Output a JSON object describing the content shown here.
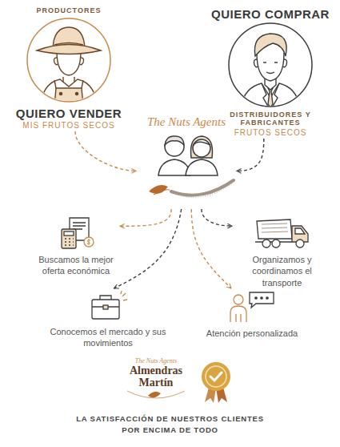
{
  "diagram": {
    "caption": "LA SATISFACCIÓN DE NUESTROS CLIENTES POR ENCIMA DE TODO",
    "nodes": [
      {
        "text": [
          "PRODUCTORES",
          "QUIERO VENDER",
          "MIS FRUTOS SECOS"
        ]
      },
      {
        "text": [
          "QUIERO COMPRAR",
          "DISTRIBUIDORES Y FABRICANTES",
          "FRUTOS SECOS"
        ]
      },
      {
        "text": [
          "The Nuts Agents"
        ]
      },
      {
        "text": [
          "Buscamos la mejor oferta económica"
        ]
      },
      {
        "text": [
          "Organizamos y coordinamos el transporte"
        ]
      },
      {
        "text": [
          "Conocemos el mercado y sus movimientos"
        ]
      },
      {
        "text": [
          "Atención personalizada"
        ]
      }
    ],
    "edges": [
      {
        "from": 0,
        "to": 2,
        "arrow": "to"
      },
      {
        "from": 1,
        "to": 2,
        "arrow": "to"
      },
      {
        "from": 2,
        "to": 3,
        "arrow": "to"
      },
      {
        "from": 2,
        "to": 4,
        "arrow": "to"
      },
      {
        "from": 2,
        "to": 5,
        "arrow": "to"
      },
      {
        "from": 2,
        "to": 6,
        "arrow": "to"
      }
    ],
    "labels": [
      "The Nuts Agents",
      "Almendras Martín"
    ]
  }
}
